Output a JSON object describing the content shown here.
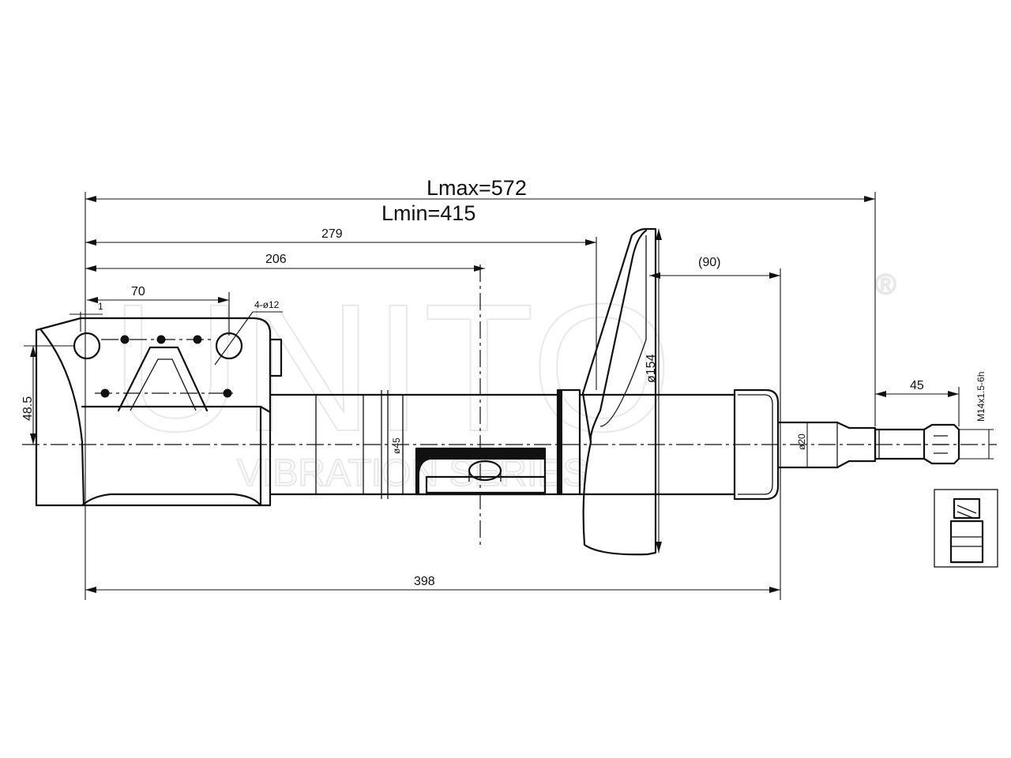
{
  "watermark": {
    "brand": "UNITO",
    "tagline": "VIBRATION SERIES",
    "mark": "®"
  },
  "dimensions": {
    "lmax": "Lmax=572",
    "lmin": "Lmin=415",
    "d279": "279",
    "d206": "206",
    "d70": "70",
    "d1": "1",
    "holes": "4-ø12",
    "d48_5": "48.5",
    "d45_rod": "ø45",
    "d154": "ø154",
    "d90": "(90)",
    "d45_thread": "45",
    "d20": "ø20",
    "thread": "M14x1.5-6h",
    "d398": "398"
  },
  "colors": {
    "line": "#111111",
    "background": "#ffffff",
    "watermark": "#e8e8e8"
  }
}
